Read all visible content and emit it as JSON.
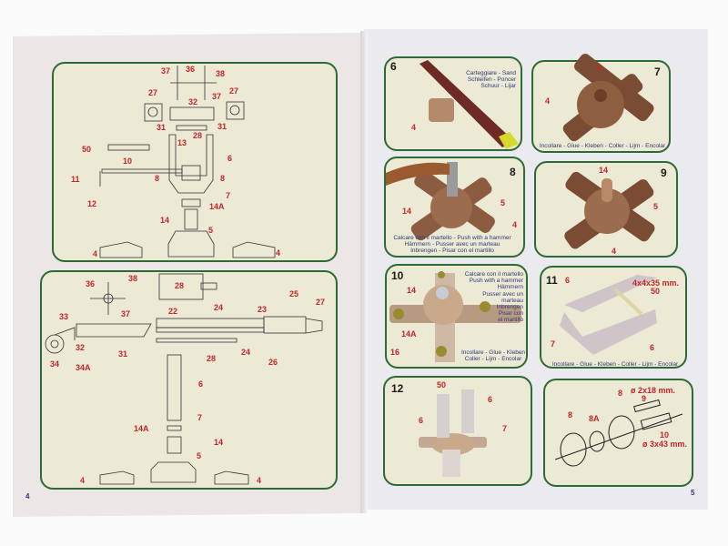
{
  "left_page": {
    "page_number": "4",
    "panel1_labels": [
      "37",
      "36",
      "38",
      "37",
      "27",
      "27",
      "32",
      "31",
      "31",
      "28",
      "13",
      "50",
      "6",
      "10",
      "11",
      "8",
      "8",
      "12",
      "7",
      "14A",
      "14",
      "5",
      "4",
      "4"
    ],
    "panel2_labels": [
      "36",
      "38",
      "28",
      "37",
      "33",
      "22",
      "24",
      "23",
      "25",
      "27",
      "32",
      "31",
      "24",
      "28",
      "26",
      "34",
      "34A",
      "6",
      "7",
      "14A",
      "14",
      "5",
      "4",
      "4"
    ]
  },
  "right_page": {
    "page_number": "5",
    "step6": {
      "number": "6",
      "caption": [
        "Carteggiare - Sand",
        "Schleifen - Poncer",
        "Schuur - Lijar"
      ],
      "labels": [
        "4"
      ]
    },
    "step7": {
      "number": "7",
      "caption": "Incollare - Glue - Kleben - Coller - Lijm - Encolar",
      "labels": [
        "5",
        "4"
      ]
    },
    "step8": {
      "number": "8",
      "caption": [
        "Calcare con il martello - Push with a hammer",
        "Hämmern - Pusser avec un marteau",
        "Inbrengen - Pisar con el martillo"
      ],
      "labels": [
        "14",
        "5",
        "4"
      ]
    },
    "step9": {
      "number": "9",
      "labels": [
        "14",
        "5",
        "4"
      ]
    },
    "step10": {
      "number": "10",
      "caption": [
        "Calcare con il martello",
        "Push with a hammer",
        "Hämmern",
        "Pusser avec un",
        "marteau",
        "Inbrengen",
        "Pisar con",
        "el martillo"
      ],
      "glue": [
        "Incollare - Glue - Kleben",
        "Coller - Lijm - Encolar"
      ],
      "labels": [
        "14",
        "14A",
        "16"
      ]
    },
    "step11": {
      "number": "11",
      "caption": "Incollare - Glue - Kleben - Coller - Lijm - Encolar",
      "labels": [
        "6",
        "4x4x35 mm.",
        "50",
        "7",
        "6"
      ]
    },
    "step12": {
      "number": "12",
      "labels": [
        "50",
        "6",
        "6",
        "7"
      ]
    },
    "step13": {
      "labels": [
        "8",
        "ø 2x18 mm.",
        "9",
        "8",
        "8A",
        "10",
        "ø 3x43 mm."
      ]
    }
  },
  "colors": {
    "panel_border": "#2e6a36",
    "label": "#c4262c",
    "panel_fill": "#ece9d4"
  }
}
